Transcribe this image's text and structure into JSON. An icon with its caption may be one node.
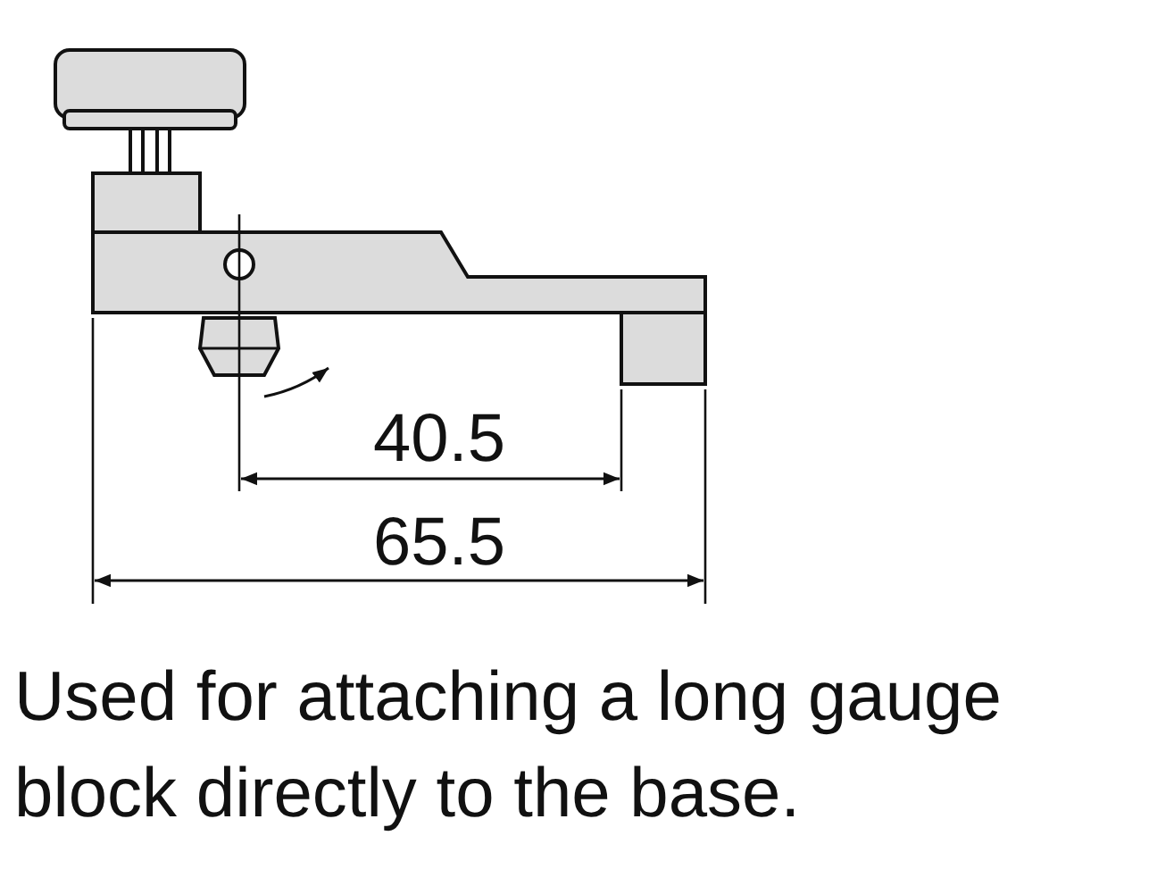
{
  "diagram": {
    "caption": "Used for attaching a long gauge block directly to the base.",
    "labels": [
      "40.5",
      "65.5"
    ]
  }
}
